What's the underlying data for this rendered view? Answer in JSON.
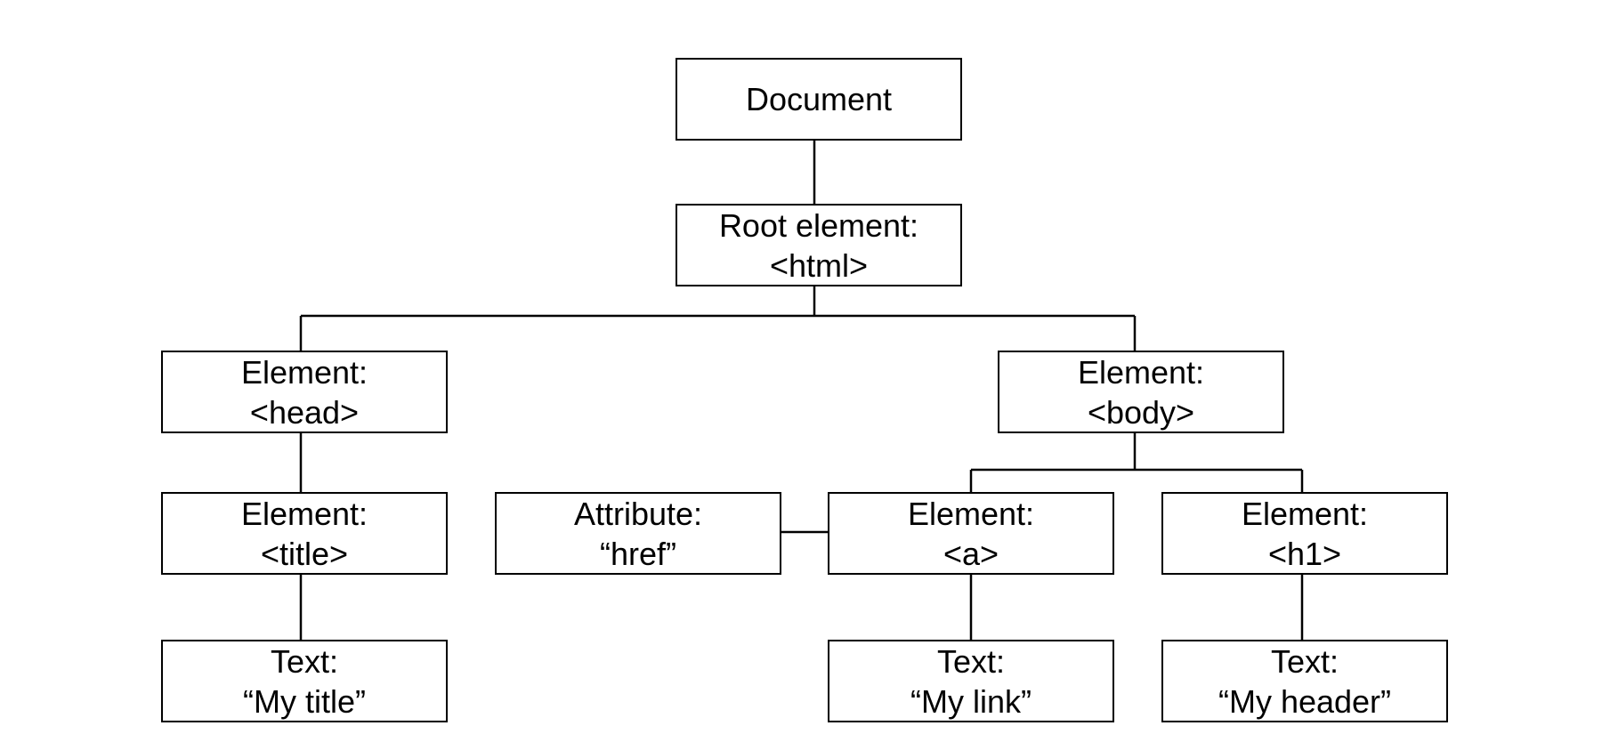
{
  "nodes": {
    "document": {
      "line1": "Document"
    },
    "html": {
      "line1": "Root element:",
      "line2": "<html>"
    },
    "head": {
      "line1": "Element:",
      "line2": "<head>"
    },
    "body": {
      "line1": "Element:",
      "line2": "<body>"
    },
    "title": {
      "line1": "Element:",
      "line2": "<title>"
    },
    "href": {
      "line1": "Attribute:",
      "line2": "“href”"
    },
    "a": {
      "line1": "Element:",
      "line2": "<a>"
    },
    "h1": {
      "line1": "Element:",
      "line2": "<h1>"
    },
    "titleText": {
      "line1": "Text:",
      "line2": "“My title”"
    },
    "linkText": {
      "line1": "Text:",
      "line2": "“My link”"
    },
    "headerText": {
      "line1": "Text:",
      "line2": "“My header”"
    }
  }
}
